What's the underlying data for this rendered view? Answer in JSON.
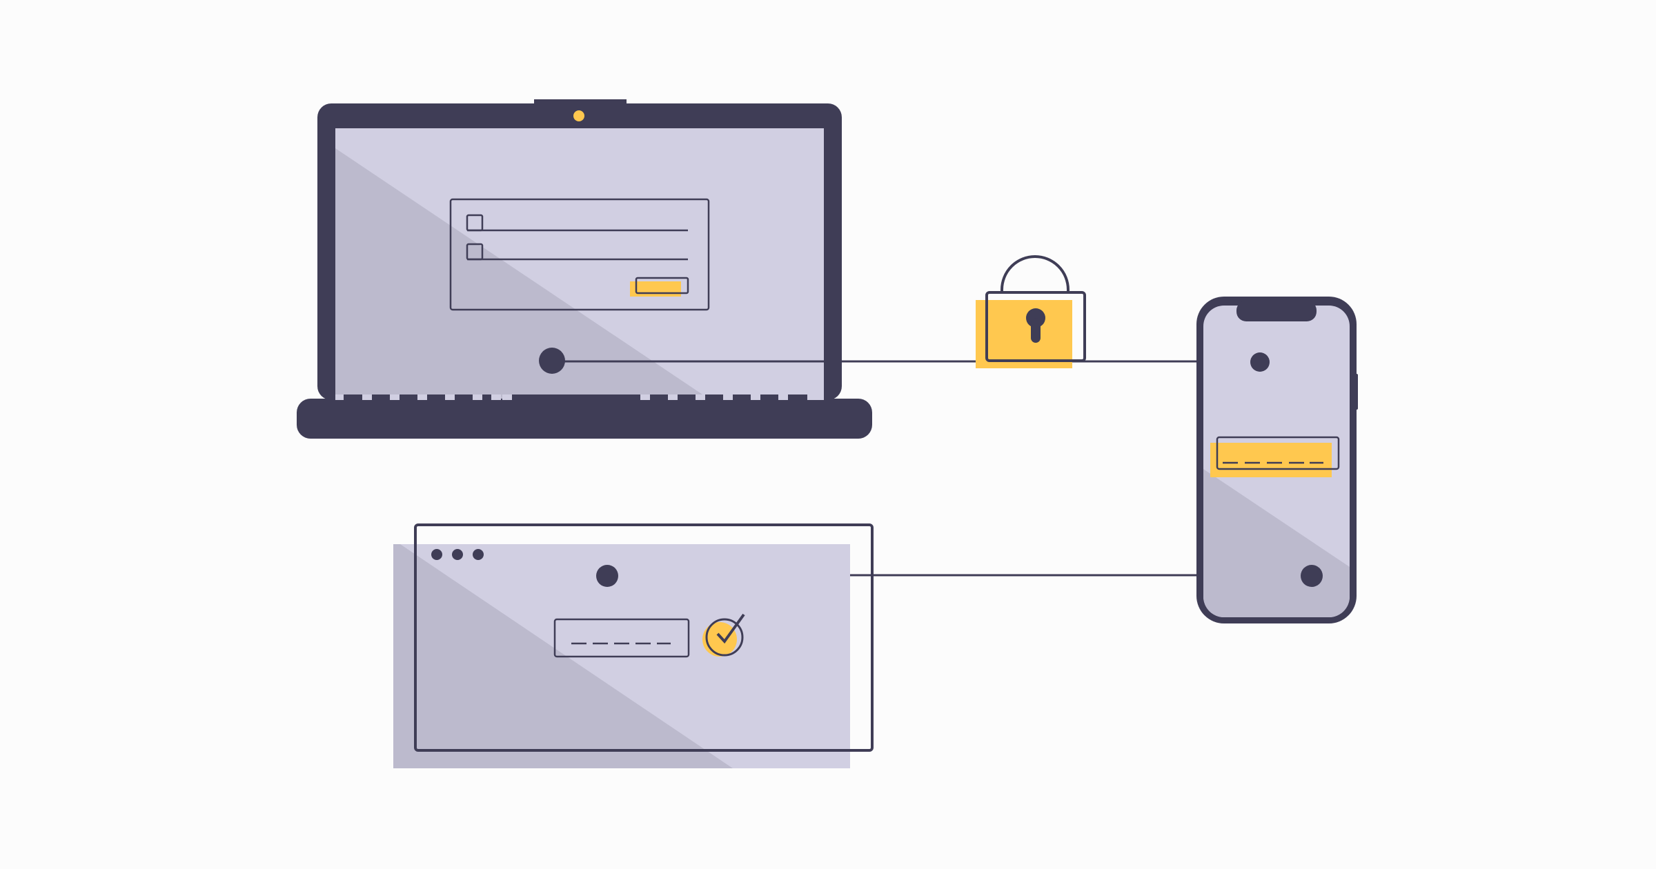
{
  "illustration": {
    "theme": "multi-device secure login",
    "devices": [
      "laptop",
      "smartphone",
      "browser-window"
    ],
    "security_symbol": "padlock-icon",
    "confirmation_symbol": "checkmark-icon"
  },
  "palette": {
    "background": "#fcfcfc",
    "device_dark": "#3f3d56",
    "screen_light": "#d1cfe2",
    "screen_shade": "#bcbacd",
    "accent": "#ffc84f",
    "white": "#ffffff"
  },
  "icons": {
    "padlock": "padlock-icon",
    "check": "checkmark-icon",
    "webcam": "camera-dot-icon",
    "window_controls": "window-dots-icon"
  }
}
